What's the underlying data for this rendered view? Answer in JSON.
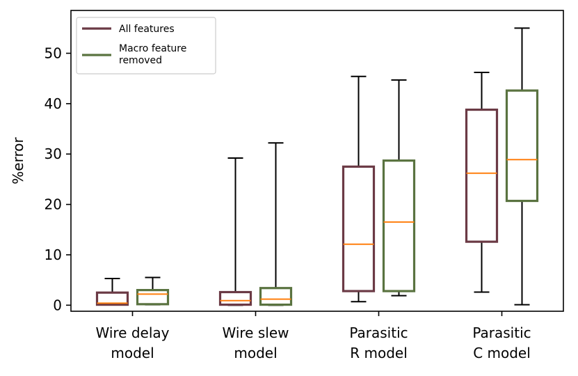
{
  "chart_data": {
    "type": "box",
    "title": "",
    "xlabel": "",
    "ylabel": "%error",
    "ylim": [
      -1.2,
      58.5
    ],
    "yticks": [
      "0",
      "10",
      "20",
      "30",
      "40",
      "50"
    ],
    "categories": [
      [
        "Wire delay",
        "model"
      ],
      [
        "Wire slew",
        "model"
      ],
      [
        "Parasitic",
        "R model"
      ],
      [
        "Parasitic",
        "C model"
      ]
    ],
    "legend_position": "top-left",
    "grid": false,
    "median_color": "#ff7f0e",
    "whisker_color": "#000000",
    "series": [
      {
        "name": "All features",
        "color": "#6b3a45",
        "boxes": [
          {
            "whislo": 0.1,
            "q1": 0.1,
            "median": 0.4,
            "q3": 2.5,
            "whishi": 5.3
          },
          {
            "whislo": 0.0,
            "q1": 0.1,
            "median": 0.9,
            "q3": 2.6,
            "whishi": 29.2
          },
          {
            "whislo": 0.7,
            "q1": 2.8,
            "median": 12.1,
            "q3": 27.5,
            "whishi": 45.4
          },
          {
            "whislo": 2.6,
            "q1": 12.6,
            "median": 26.2,
            "q3": 38.8,
            "whishi": 46.2
          }
        ]
      },
      {
        "name": [
          "Macro feature",
          "removed"
        ],
        "color": "#5a7340",
        "boxes": [
          {
            "whislo": 0.1,
            "q1": 0.2,
            "median": 2.2,
            "q3": 3.0,
            "whishi": 5.5
          },
          {
            "whislo": 0.0,
            "q1": 0.1,
            "median": 1.2,
            "q3": 3.4,
            "whishi": 32.2
          },
          {
            "whislo": 1.9,
            "q1": 2.8,
            "median": 16.5,
            "q3": 28.7,
            "whishi": 44.7
          },
          {
            "whislo": 0.1,
            "q1": 20.7,
            "median": 28.9,
            "q3": 42.6,
            "whishi": 55.0
          }
        ]
      }
    ]
  }
}
